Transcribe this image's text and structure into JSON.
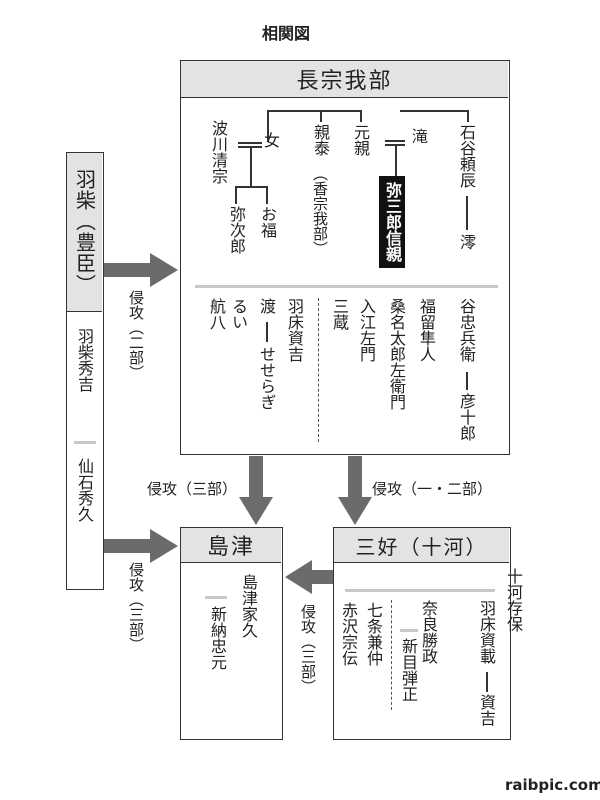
{
  "title": "相関図",
  "watermark": "raibpic.com",
  "colors": {
    "header_bg": "#e3e3e3",
    "arrow": "#6b6b6b",
    "highlight_bg": "#111111",
    "divider": "#c8c8c8"
  },
  "hashiba": {
    "header": "羽柴（豊臣）",
    "members": [
      "羽柴秀吉",
      "仙石秀久"
    ]
  },
  "chosokabe": {
    "header": "長宗我部",
    "family": {
      "hatano": "波川清宗",
      "onna": "女",
      "yajiro": "弥次郎",
      "ofuku": "お福",
      "chikayasu": "親泰",
      "kasokabe": "（香宗我部）",
      "motochika": "元親",
      "taki": "滝",
      "nobuchika": "弥三郎信親",
      "ishigai": "石谷頼辰",
      "mio": "澪"
    },
    "retainers": {
      "tani": "谷忠兵衛",
      "hikojuro": "彦十郎",
      "fukudome": "福留隼人",
      "kuwana": "桑名太郎左衛門",
      "irie": "入江左門",
      "sanzo": "三蔵",
      "haba": "羽床資吉",
      "watari": "渡",
      "seseragi": "せせらぎ",
      "rui": "るい",
      "kohachi": "航八"
    }
  },
  "shimazu": {
    "header": "島津",
    "members": [
      "島津家久",
      "新納忠元"
    ]
  },
  "miyoshi": {
    "header": "三好（十河）",
    "sogo": "十河存保",
    "haba_sukenori": "羽床資載",
    "sukeyoshi": "資吉",
    "nara": "奈良勝政",
    "niime": "新目弾正",
    "shichijo": "七条兼仲",
    "akazawa": "赤沢宗伝"
  },
  "arrows": {
    "hashiba_to_chosokabe": "侵攻（二部）",
    "hashiba_to_shimazu": "侵攻（三部）",
    "chosokabe_to_shimazu": "侵攻（三部）",
    "chosokabe_to_miyoshi": "侵攻（一・二部）",
    "miyoshi_to_shimazu": "侵攻（三部）"
  }
}
